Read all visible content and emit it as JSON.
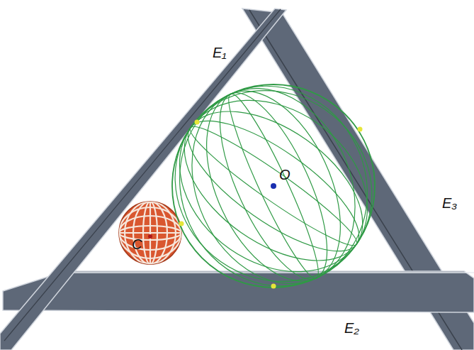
{
  "diagram": {
    "labels": [
      "E₁",
      "E₃",
      "O",
      "C",
      "E₂"
    ]
  }
}
